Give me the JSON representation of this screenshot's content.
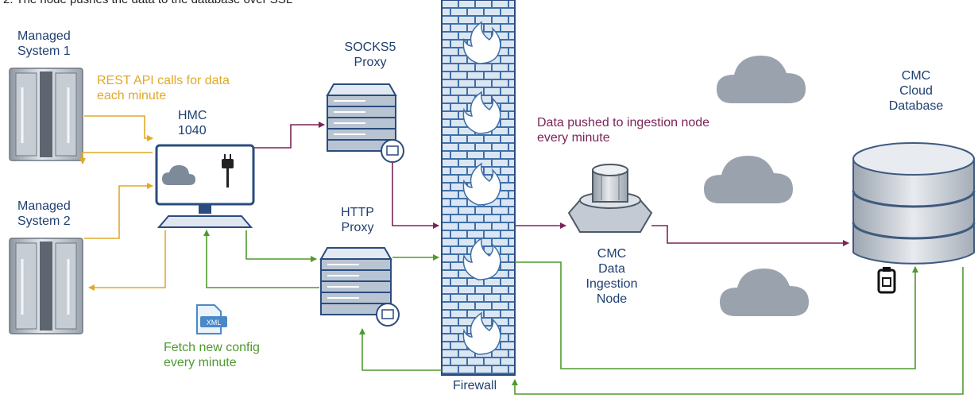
{
  "header": {
    "text": "2. The node pushes the data to the database over SSL"
  },
  "nodes": {
    "managed_system_1": "Managed\nSystem 1",
    "managed_system_2": "Managed\nSystem 2",
    "hmc": "HMC\n1040",
    "socks5_proxy": "SOCKS5\nProxy",
    "http_proxy": "HTTP\nProxy",
    "firewall": "Firewall",
    "ingestion_node": "CMC\nData\nIngestion\nNode",
    "cloud_database": "CMC\nCloud\nDatabase"
  },
  "annotations": {
    "rest_api": "REST API calls for data\neach minute",
    "data_pushed": "Data pushed to ingestion node\nevery minute",
    "fetch_config": "Fetch new config\nevery minute"
  },
  "icons": {
    "xml_badge": "XML"
  },
  "colors": {
    "rest_api_flow": "#e0a92a",
    "data_push_flow": "#7a2458",
    "config_flow": "#4e9a2f",
    "label_navy": "#1f3f70",
    "firewall_blue": "#3f6fa8",
    "cloud_gray": "#9aa3ad"
  }
}
